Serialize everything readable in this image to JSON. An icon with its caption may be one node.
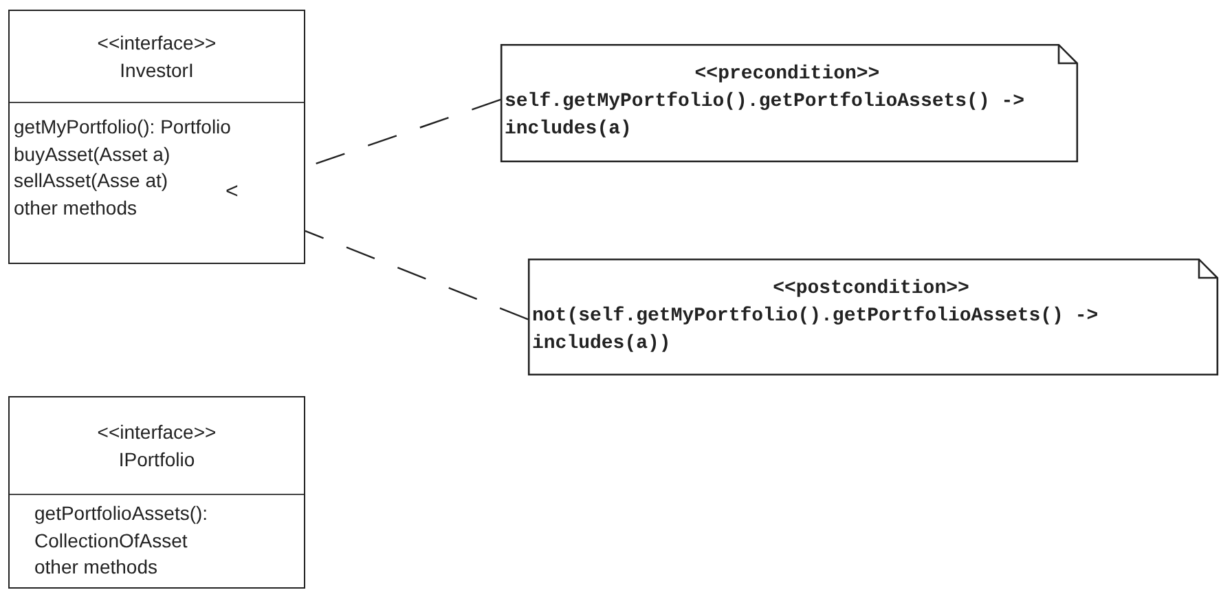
{
  "diagram": {
    "nodes": [
      {
        "text": [
          "<<interface>>",
          "InvestorI",
          "getMyPortfolio(): Portfolio",
          "buyAsset(Asset a)",
          "sellAsset(Asse at)",
          "other methods"
        ]
      },
      {
        "text": [
          "<<precondition>>",
          "self.getMyPortfolio().getPortfolioAssets() -> includes(a)"
        ]
      },
      {
        "text": [
          "<<postcondition>>",
          "not(self.getMyPortfolio().getPortfolioAssets() -> includes(a))"
        ]
      },
      {
        "text": [
          "<<interface>>",
          "IPortfolio",
          "getPortfolioAssets(): CollectionOfAsset",
          "other methods"
        ]
      }
    ],
    "edges": [
      {
        "from": 1,
        "to": 0,
        "arrow": "none",
        "style": "dashed"
      },
      {
        "from": 2,
        "to": 0,
        "arrow": "none",
        "style": "dashed"
      }
    ],
    "labels": [
      "<"
    ]
  }
}
